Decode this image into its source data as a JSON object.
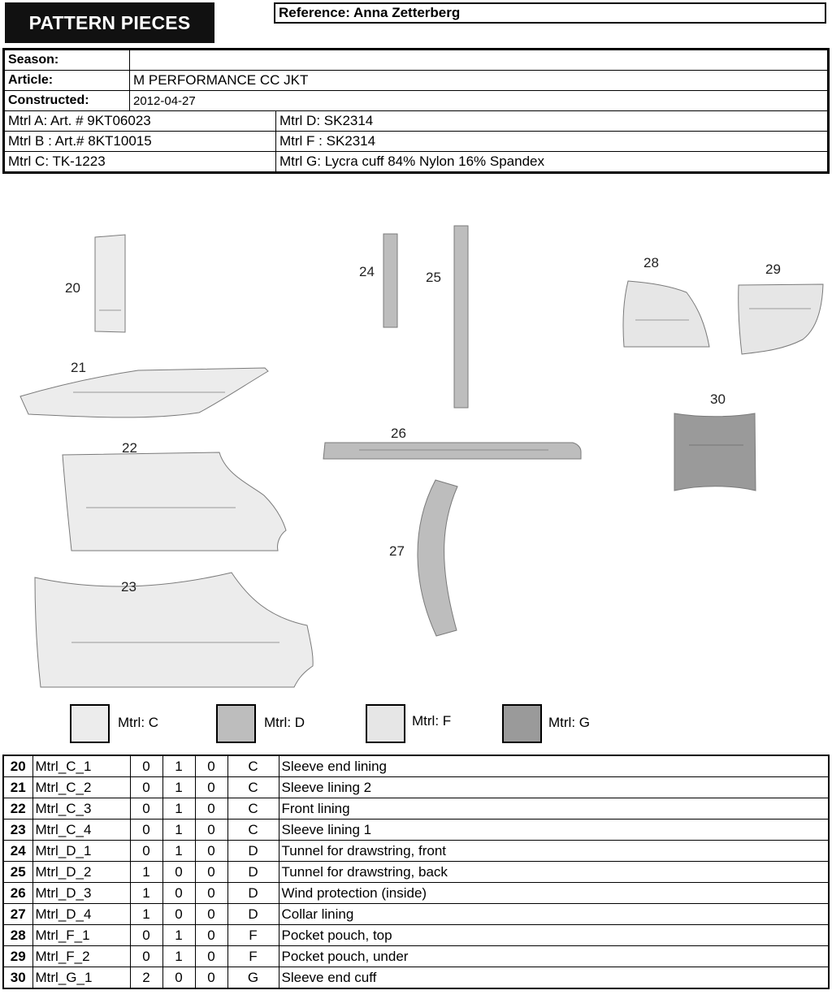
{
  "title": "PATTERN PIECES",
  "reference": "Reference: Anna Zetterberg",
  "info": {
    "season_label": "Season:",
    "season_value": "",
    "article_label": "Article:",
    "article_value": "M PERFORMANCE CC JKT",
    "constructed_label": "Constructed:",
    "constructed_value": "2012-04-27"
  },
  "materials": [
    [
      "Mtrl A: Art. # 9KT06023",
      "Mtrl D: SK2314"
    ],
    [
      "Mtrl B : Art.# 8KT10015",
      "Mtrl F : SK2314"
    ],
    [
      "Mtrl C: TK-1223",
      "Mtrl G: Lycra cuff 84% Nylon 16% Spandex"
    ]
  ],
  "piece_labels": [
    "20",
    "21",
    "22",
    "23",
    "24",
    "25",
    "26",
    "27",
    "28",
    "29",
    "30"
  ],
  "colors": {
    "mtrl_c": "#ececec",
    "mtrl_d": "#bdbdbd",
    "mtrl_f": "#e6e6e6",
    "mtrl_g": "#9a9a9a"
  },
  "legend": [
    {
      "label": "Mtrl: C"
    },
    {
      "label": "Mtrl: D"
    },
    {
      "label": "Mtrl: F"
    },
    {
      "label": "Mtrl: G"
    }
  ],
  "pieces": [
    {
      "no": "20",
      "code": "Mtrl_C_1",
      "a": "0",
      "b": "1",
      "c": "0",
      "mat": "C",
      "desc": "Sleeve end lining"
    },
    {
      "no": "21",
      "code": "Mtrl_C_2",
      "a": "0",
      "b": "1",
      "c": "0",
      "mat": "C",
      "desc": "Sleeve lining 2"
    },
    {
      "no": "22",
      "code": "Mtrl_C_3",
      "a": "0",
      "b": "1",
      "c": "0",
      "mat": "C",
      "desc": "Front lining"
    },
    {
      "no": "23",
      "code": "Mtrl_C_4",
      "a": "0",
      "b": "1",
      "c": "0",
      "mat": "C",
      "desc": "Sleeve lining 1"
    },
    {
      "no": "24",
      "code": "Mtrl_D_1",
      "a": "0",
      "b": "1",
      "c": "0",
      "mat": "D",
      "desc": "Tunnel for drawstring, front"
    },
    {
      "no": "25",
      "code": "Mtrl_D_2",
      "a": "1",
      "b": "0",
      "c": "0",
      "mat": "D",
      "desc": "Tunnel for drawstring, back"
    },
    {
      "no": "26",
      "code": "Mtrl_D_3",
      "a": "1",
      "b": "0",
      "c": "0",
      "mat": "D",
      "desc": "Wind protection (inside)"
    },
    {
      "no": "27",
      "code": "Mtrl_D_4",
      "a": "1",
      "b": "0",
      "c": "0",
      "mat": "D",
      "desc": "Collar lining"
    },
    {
      "no": "28",
      "code": "Mtrl_F_1",
      "a": "0",
      "b": "1",
      "c": "0",
      "mat": "F",
      "desc": "Pocket pouch, top"
    },
    {
      "no": "29",
      "code": "Mtrl_F_2",
      "a": "0",
      "b": "1",
      "c": "0",
      "mat": "F",
      "desc": "Pocket pouch, under"
    },
    {
      "no": "30",
      "code": "Mtrl_G_1",
      "a": "2",
      "b": "0",
      "c": "0",
      "mat": "G",
      "desc": "Sleeve end cuff"
    }
  ]
}
